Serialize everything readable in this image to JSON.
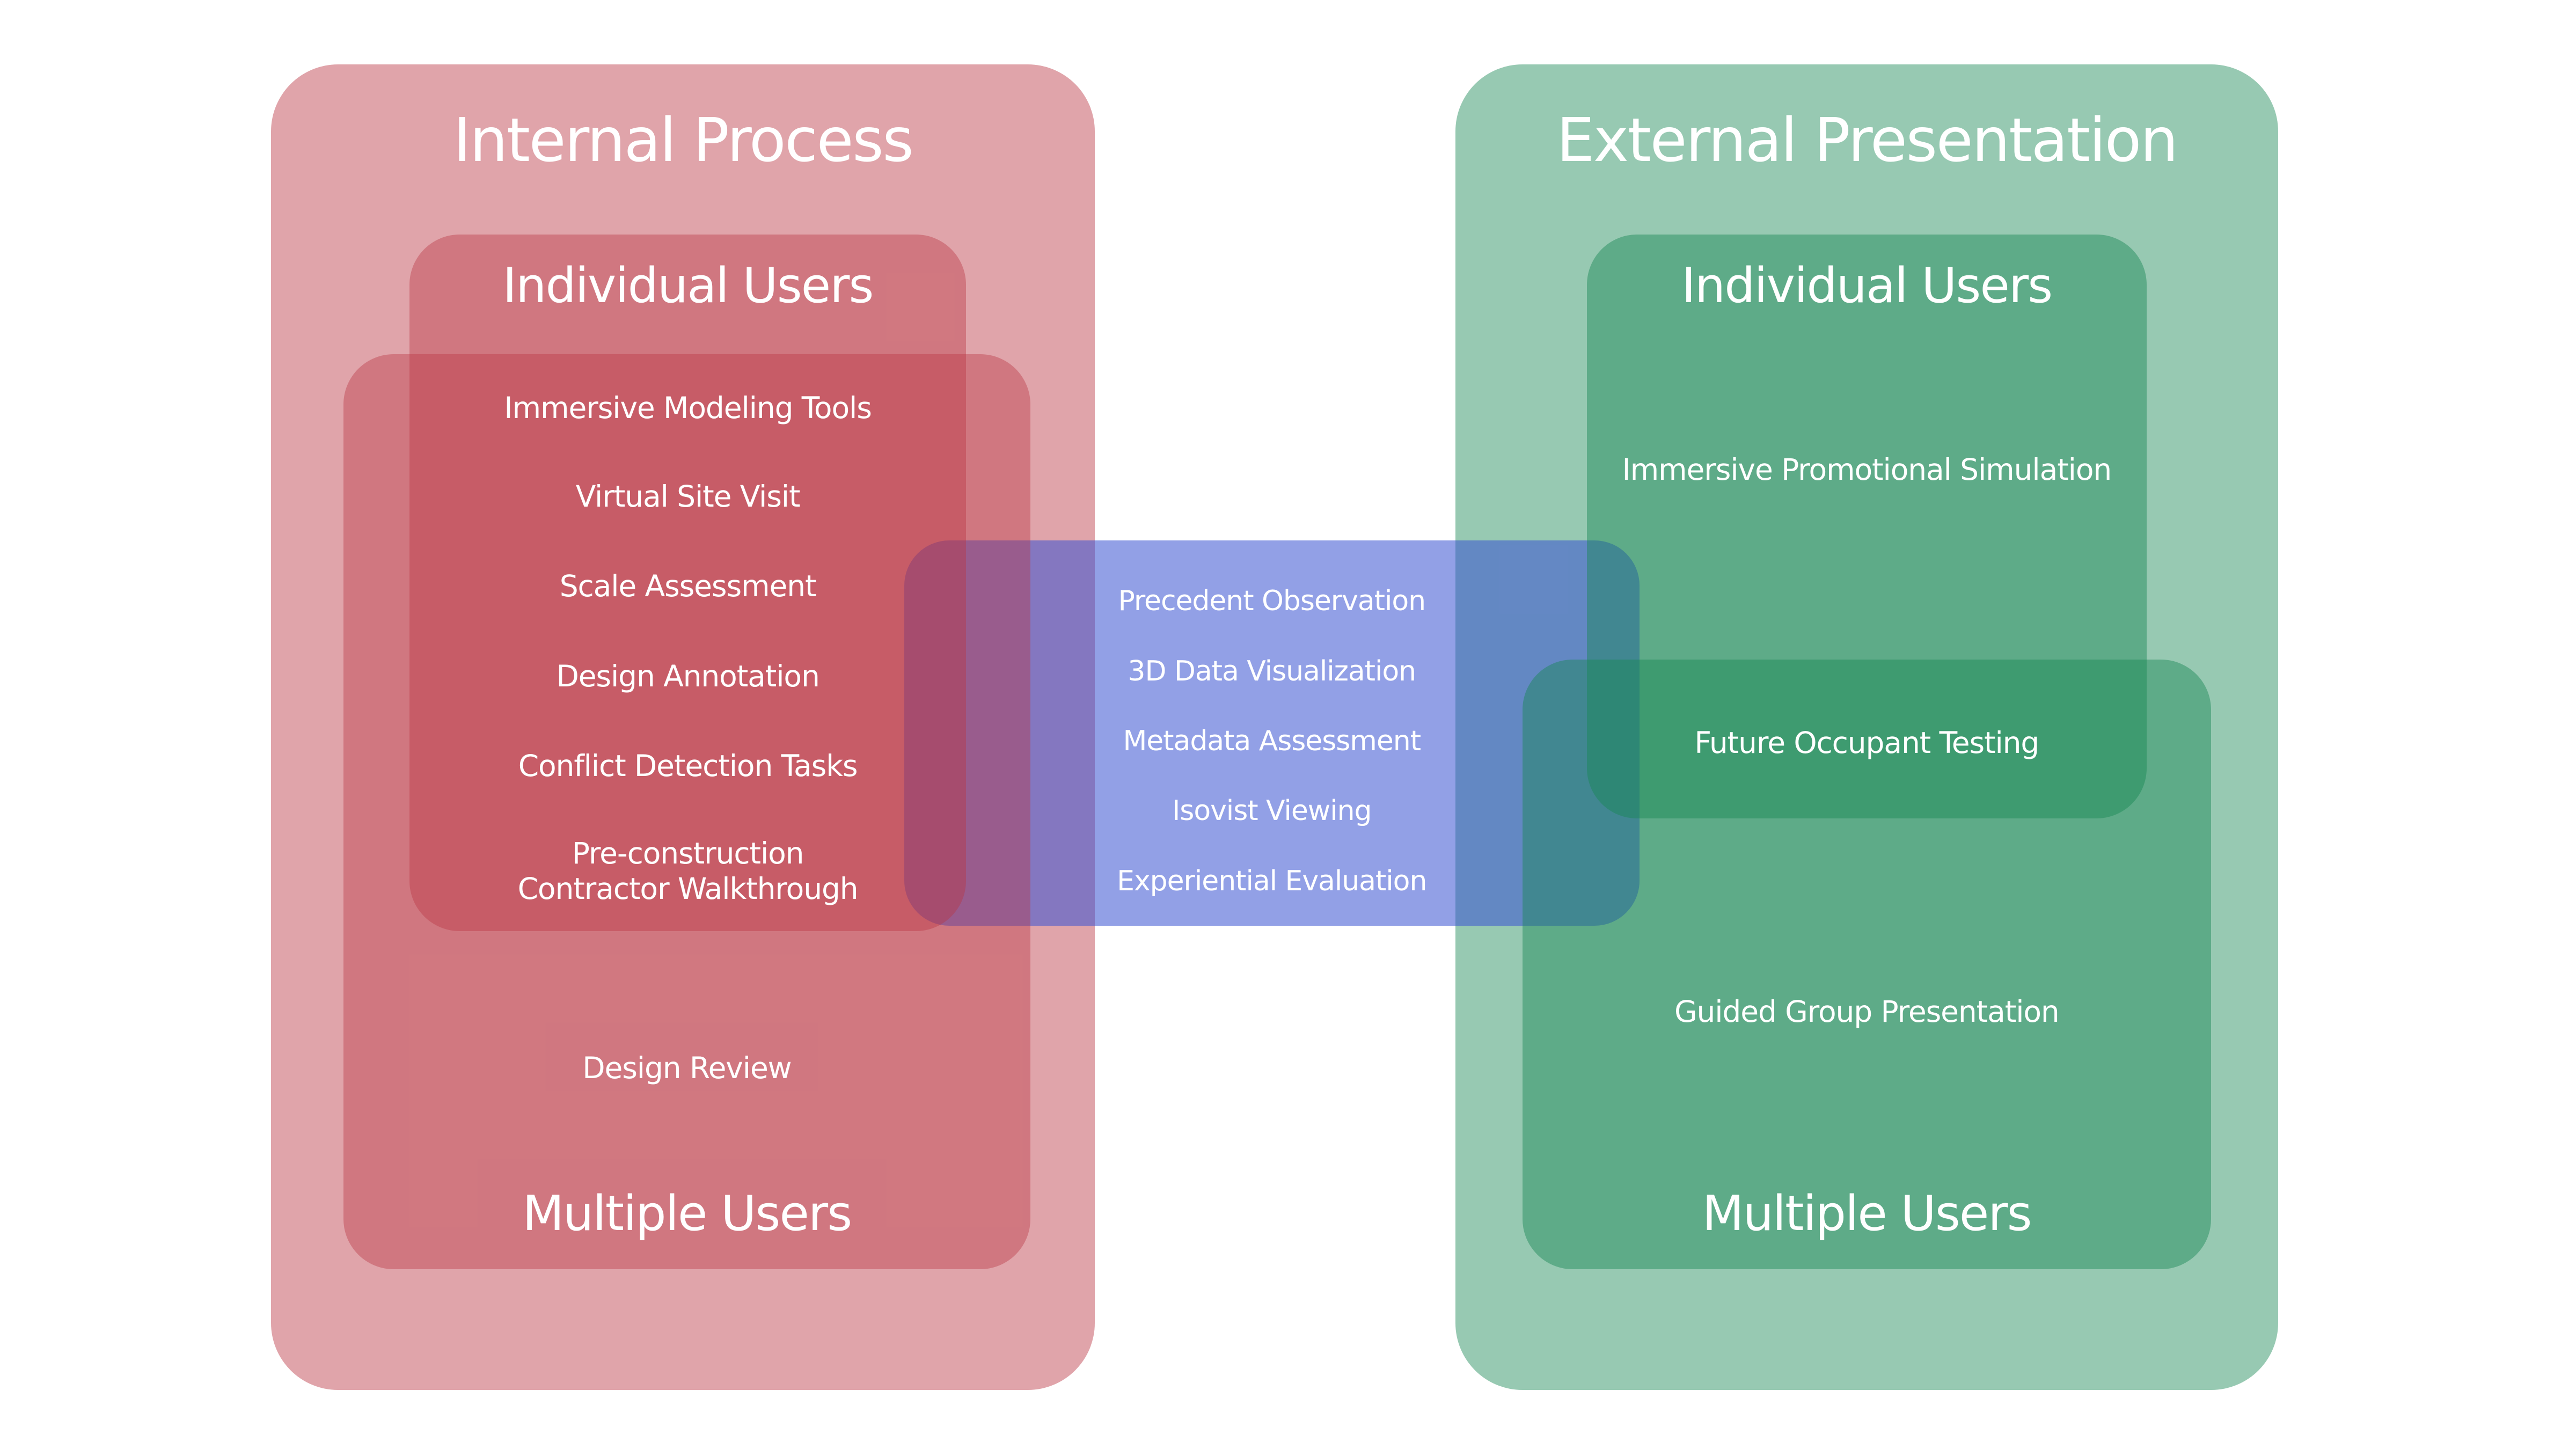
{
  "diagram": {
    "internal": {
      "title": "Internal Process",
      "individual_heading": "Individual Users",
      "individual_items": [
        "Immersive Modeling Tools",
        "Virtual Site Visit",
        "Scale Assessment",
        "Design Annotation",
        "Conflict Detection Tasks",
        "Pre-construction\nContractor Walkthrough"
      ],
      "multiple_heading": "Multiple Users",
      "multiple_items": [
        "Design Review"
      ]
    },
    "external": {
      "title": "External Presentation",
      "individual_heading": "Individual Users",
      "individual_items": [
        "Immersive Promotional Simulation"
      ],
      "individual_multiple_shared_items": [
        "Future Occupant Testing"
      ],
      "multiple_heading": "Multiple Users",
      "multiple_items": [
        "Guided Group Presentation"
      ]
    },
    "shared": {
      "items": [
        "Precedent Observation",
        "3D Data Visualization",
        "Metadata Assessment",
        "Isovist Viewing",
        "Experiential Evaluation"
      ]
    },
    "colors": {
      "red_base": "#BA3542",
      "green_base": "#198755",
      "blue_base": "#3952D2",
      "outer_pink": "#E1A6AB",
      "inner_red": "#D17981",
      "deep_red": "#C85E68",
      "outer_green": "#98C9B2",
      "inner_green": "#5FAB88",
      "deep_green": "#3F9B71",
      "shared_blue": "#93A0E8",
      "text": "#FFFFFF"
    }
  }
}
